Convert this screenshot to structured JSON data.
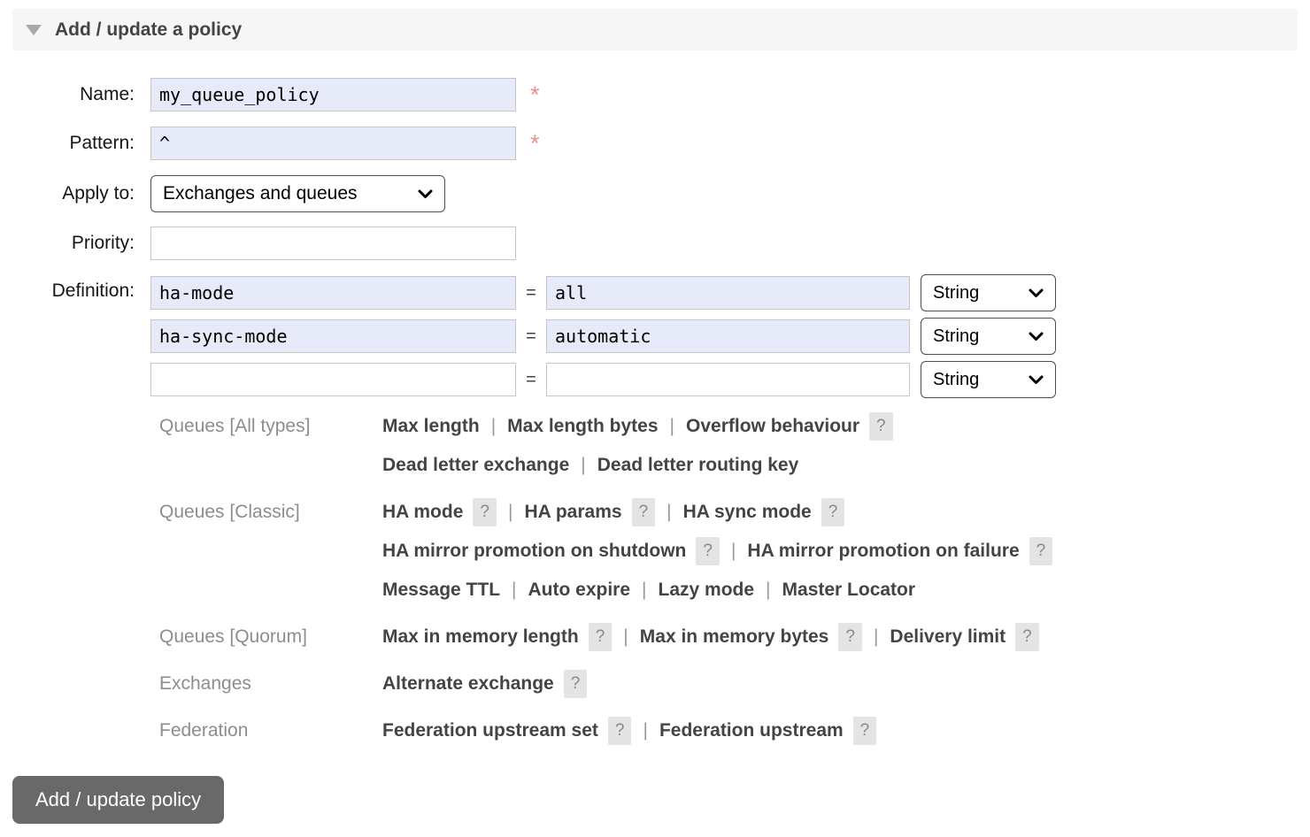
{
  "header": {
    "title": "Add / update a policy"
  },
  "glyphs": {
    "asterisk": "*",
    "eq": "=",
    "qmark": "?",
    "pipe": "|"
  },
  "form": {
    "name": {
      "label": "Name:",
      "value": "my_queue_policy"
    },
    "pattern": {
      "label": "Pattern:",
      "value": "^"
    },
    "apply_to": {
      "label": "Apply to:",
      "value": "Exchanges and queues"
    },
    "priority": {
      "label": "Priority:",
      "value": ""
    },
    "definition_label": "Definition:"
  },
  "definition_rows": [
    {
      "key": "ha-mode",
      "value": "all",
      "type": "String"
    },
    {
      "key": "ha-sync-mode",
      "value": "automatic",
      "type": "String"
    },
    {
      "key": "",
      "value": "",
      "type": "String"
    }
  ],
  "help_groups": [
    {
      "category": "Queues [All types]",
      "lines": [
        [
          {
            "label": "Max length"
          },
          {
            "label": "Max length bytes"
          },
          {
            "label": "Overflow behaviour",
            "help": true
          }
        ],
        [
          {
            "label": "Dead letter exchange"
          },
          {
            "label": "Dead letter routing key"
          }
        ]
      ]
    },
    {
      "category": "Queues [Classic]",
      "lines": [
        [
          {
            "label": "HA mode",
            "help": true
          },
          {
            "label": "HA params",
            "help": true
          },
          {
            "label": "HA sync mode",
            "help": true
          }
        ],
        [
          {
            "label": "HA mirror promotion on shutdown",
            "help": true
          },
          {
            "label": "HA mirror promotion on failure",
            "help": true
          }
        ],
        [
          {
            "label": "Message TTL"
          },
          {
            "label": "Auto expire"
          },
          {
            "label": "Lazy mode"
          },
          {
            "label": "Master Locator"
          }
        ]
      ]
    },
    {
      "category": "Queues [Quorum]",
      "lines": [
        [
          {
            "label": "Max in memory length",
            "help": true
          },
          {
            "label": "Max in memory bytes",
            "help": true
          },
          {
            "label": "Delivery limit",
            "help": true
          }
        ]
      ]
    },
    {
      "category": "Exchanges",
      "lines": [
        [
          {
            "label": "Alternate exchange",
            "help": true
          }
        ]
      ]
    },
    {
      "category": "Federation",
      "lines": [
        [
          {
            "label": "Federation upstream set",
            "help": true
          },
          {
            "label": "Federation upstream",
            "help": true
          }
        ]
      ]
    }
  ],
  "submit": {
    "label": "Add / update policy"
  },
  "colors": {
    "filled_input_bg": "#e7eaf8",
    "header_bg": "#f6f6f6",
    "required_marker": "#e89191",
    "button_bg": "#696969",
    "link_text": "#444444",
    "category_text": "#8d8d8d"
  }
}
